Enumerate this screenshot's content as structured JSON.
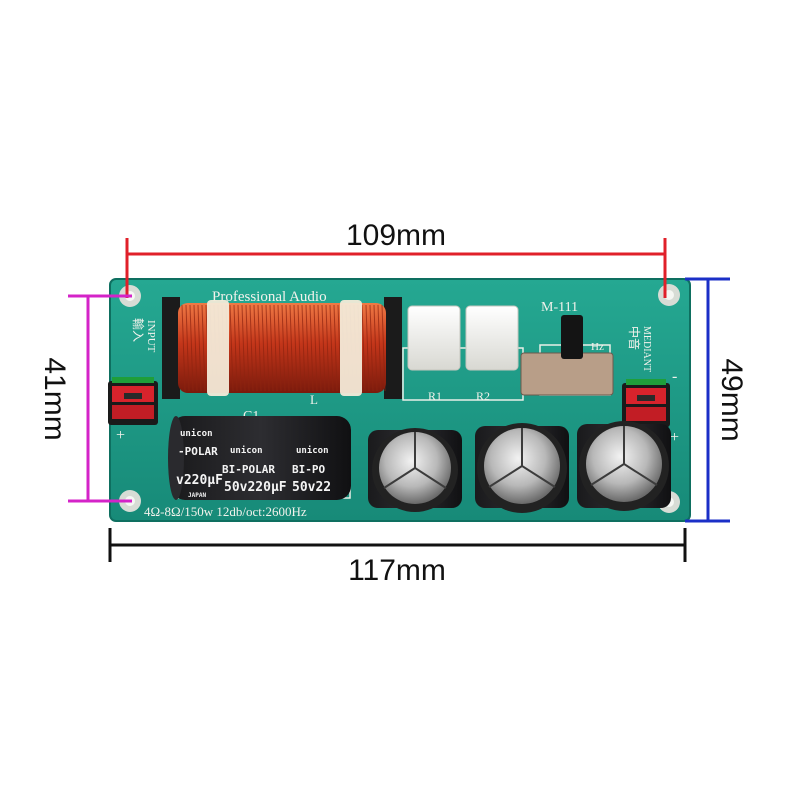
{
  "dimensions": {
    "top_width": "109mm",
    "bottom_width": "117mm",
    "left_height": "41mm",
    "right_height": "49mm"
  },
  "colors": {
    "board": "#1c9a87",
    "top_dimension": "#e0202a",
    "bottom_dimension": "#111111",
    "left_dimension": "#d423c8",
    "right_dimension": "#1b2fc7"
  },
  "silkscreen": {
    "brand": "Professional  Audio",
    "model": "M-111",
    "input_en": "INPUT",
    "input_cn": "輸入",
    "mediant_en": "MEDIANT",
    "mediant_cn": "中音",
    "coil": "L",
    "cap_ref": "C1",
    "res1": "R1",
    "res2": "R2",
    "minus_left": "-",
    "plus_left": "+",
    "minus_right": "-",
    "plus_right": "+",
    "specs": "4Ω-8Ω/150w 12db/oct:2600Hz",
    "hz_fragment": "Hz"
  },
  "capacitor_labels": {
    "brand": "unicon",
    "type_a": "-POLAR",
    "type_b": "BI-POLAR",
    "type_c": "BI-PO",
    "value_a": "v220µF",
    "value_b": "50v220µF",
    "value_c": "50v22",
    "origin": "JAPAN"
  }
}
